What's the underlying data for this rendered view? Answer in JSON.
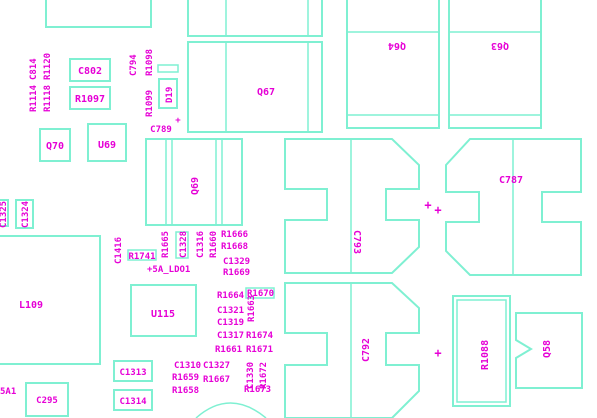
{
  "colors": {
    "outline": "#7ff0d2",
    "label": "#e600d6",
    "background": "#ffffff"
  },
  "components": {
    "q64": "Q64",
    "q63": "Q63",
    "q67": "Q67",
    "q69": "Q69",
    "c787": "C787",
    "c793": "C793",
    "c792": "C792",
    "r1088": "R1088",
    "q58": "Q58",
    "c802": "C802",
    "r1097": "R1097",
    "q70": "Q70",
    "u69": "U69",
    "r1114": "R1114",
    "r1118": "R1118",
    "c814": "C814",
    "r1120": "R1120",
    "c794": "C794",
    "r1098": "R1098",
    "r1099": "R1099",
    "d19": "D19",
    "c789": "C789",
    "l109": "L109",
    "c1325": "C1325",
    "c1324": "C1324",
    "c1416": "C1416",
    "r1741": "R1741",
    "r1665": "R1665",
    "c1328": "C1328",
    "c1316": "C1316",
    "r1660": "R1660",
    "r1666": "R1666",
    "r1668": "R1668",
    "c1329": "C1329",
    "r1669": "R1669",
    "net_5a_ldo1": "+5A_LDO1",
    "u115": "U115",
    "r1664": "R1664",
    "r1670": "R1670",
    "c1321": "C1321",
    "r1663": "R1663",
    "c1319": "C1319",
    "c1317": "C1317",
    "r1674": "R1674",
    "r1661": "R1661",
    "r1671": "R1671",
    "c1313": "C1313",
    "c1310": "C1310",
    "c1327": "C1327",
    "c1330": "C1330",
    "r1672": "R1672",
    "r1659": "R1659",
    "r1667": "R1667",
    "r1658": "R1658",
    "r1673": "R1673",
    "c1314": "C1314",
    "c295": "C295",
    "l5a1": "5A1"
  },
  "markers": {
    "plus": "+"
  }
}
